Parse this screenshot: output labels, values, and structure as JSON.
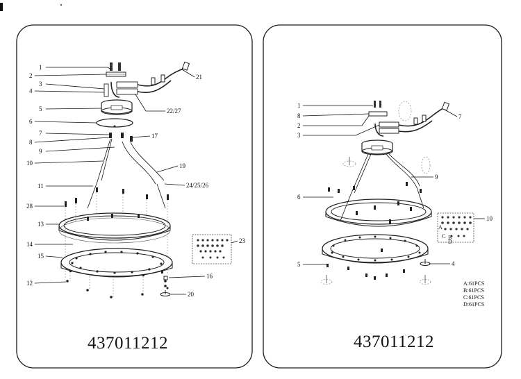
{
  "left_panel": {
    "model_code": "437011212",
    "callouts": [
      "1",
      "2",
      "3",
      "4",
      "5",
      "6",
      "7",
      "8",
      "9",
      "10",
      "11",
      "28",
      "13",
      "14",
      "15",
      "12",
      "21",
      "22/27",
      "17",
      "19",
      "24/25/26",
      "23",
      "16",
      "20"
    ]
  },
  "right_panel": {
    "model_code": "437011212",
    "callouts": [
      "1",
      "8",
      "2",
      "3",
      "6",
      "5",
      "7",
      "9",
      "10",
      "4"
    ],
    "crystal_groups": [
      "A",
      "B",
      "C",
      "D"
    ],
    "crystal_counts": [
      "A:61PCS",
      "B:61PCS",
      "C:61PCS",
      "D:61PCS"
    ]
  },
  "colors": {
    "line": "#111111",
    "panel_border": "#1a1a1a",
    "background": "#ffffff"
  }
}
